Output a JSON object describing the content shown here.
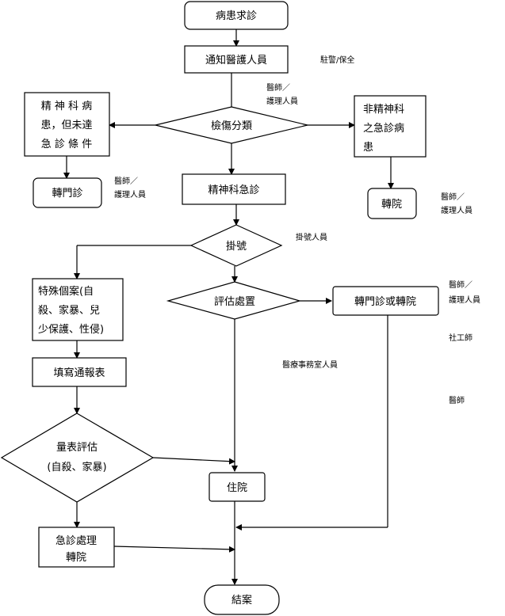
{
  "nodes": {
    "start": "病患求診",
    "notify": "通知醫護人員",
    "triage": "檢傷分類",
    "psych_not_urgent": [
      "精 神 科 病",
      "患，但未達",
      "急 診 條 件"
    ],
    "non_psych": [
      "非精神科",
      "之急診病",
      "患"
    ],
    "outpatient": "轉門診",
    "transfer_hospital": "轉院",
    "psych_er": "精神科急診",
    "register": "掛號",
    "special_case": [
      "特殊個案(自",
      "殺、家暴、兒",
      "少保護、性侵)"
    ],
    "evaluate": "評估處置",
    "outpatient_or_transfer": "轉門診或轉院",
    "fill_report": "填寫通報表",
    "scale_eval": [
      "量表評估",
      "(自殺、家暴)"
    ],
    "admit": "住院",
    "er_transfer": [
      "急診處理",
      "轉院"
    ],
    "close": "結案"
  },
  "notes": {
    "security": "駐警/保全",
    "doctor_nurse_triage": [
      "醫師／",
      "護理人員"
    ],
    "doctor_nurse_left": [
      "醫師／",
      "護理人員"
    ],
    "doctor_nurse_right": [
      "醫師／",
      "護理人員"
    ],
    "register_staff": "掛號人員",
    "doctor_nurse_eval": [
      "醫師／",
      "護理人員"
    ],
    "social_worker": "社工師",
    "admin_staff": "醫療事務室人員",
    "doctor": "醫師"
  }
}
